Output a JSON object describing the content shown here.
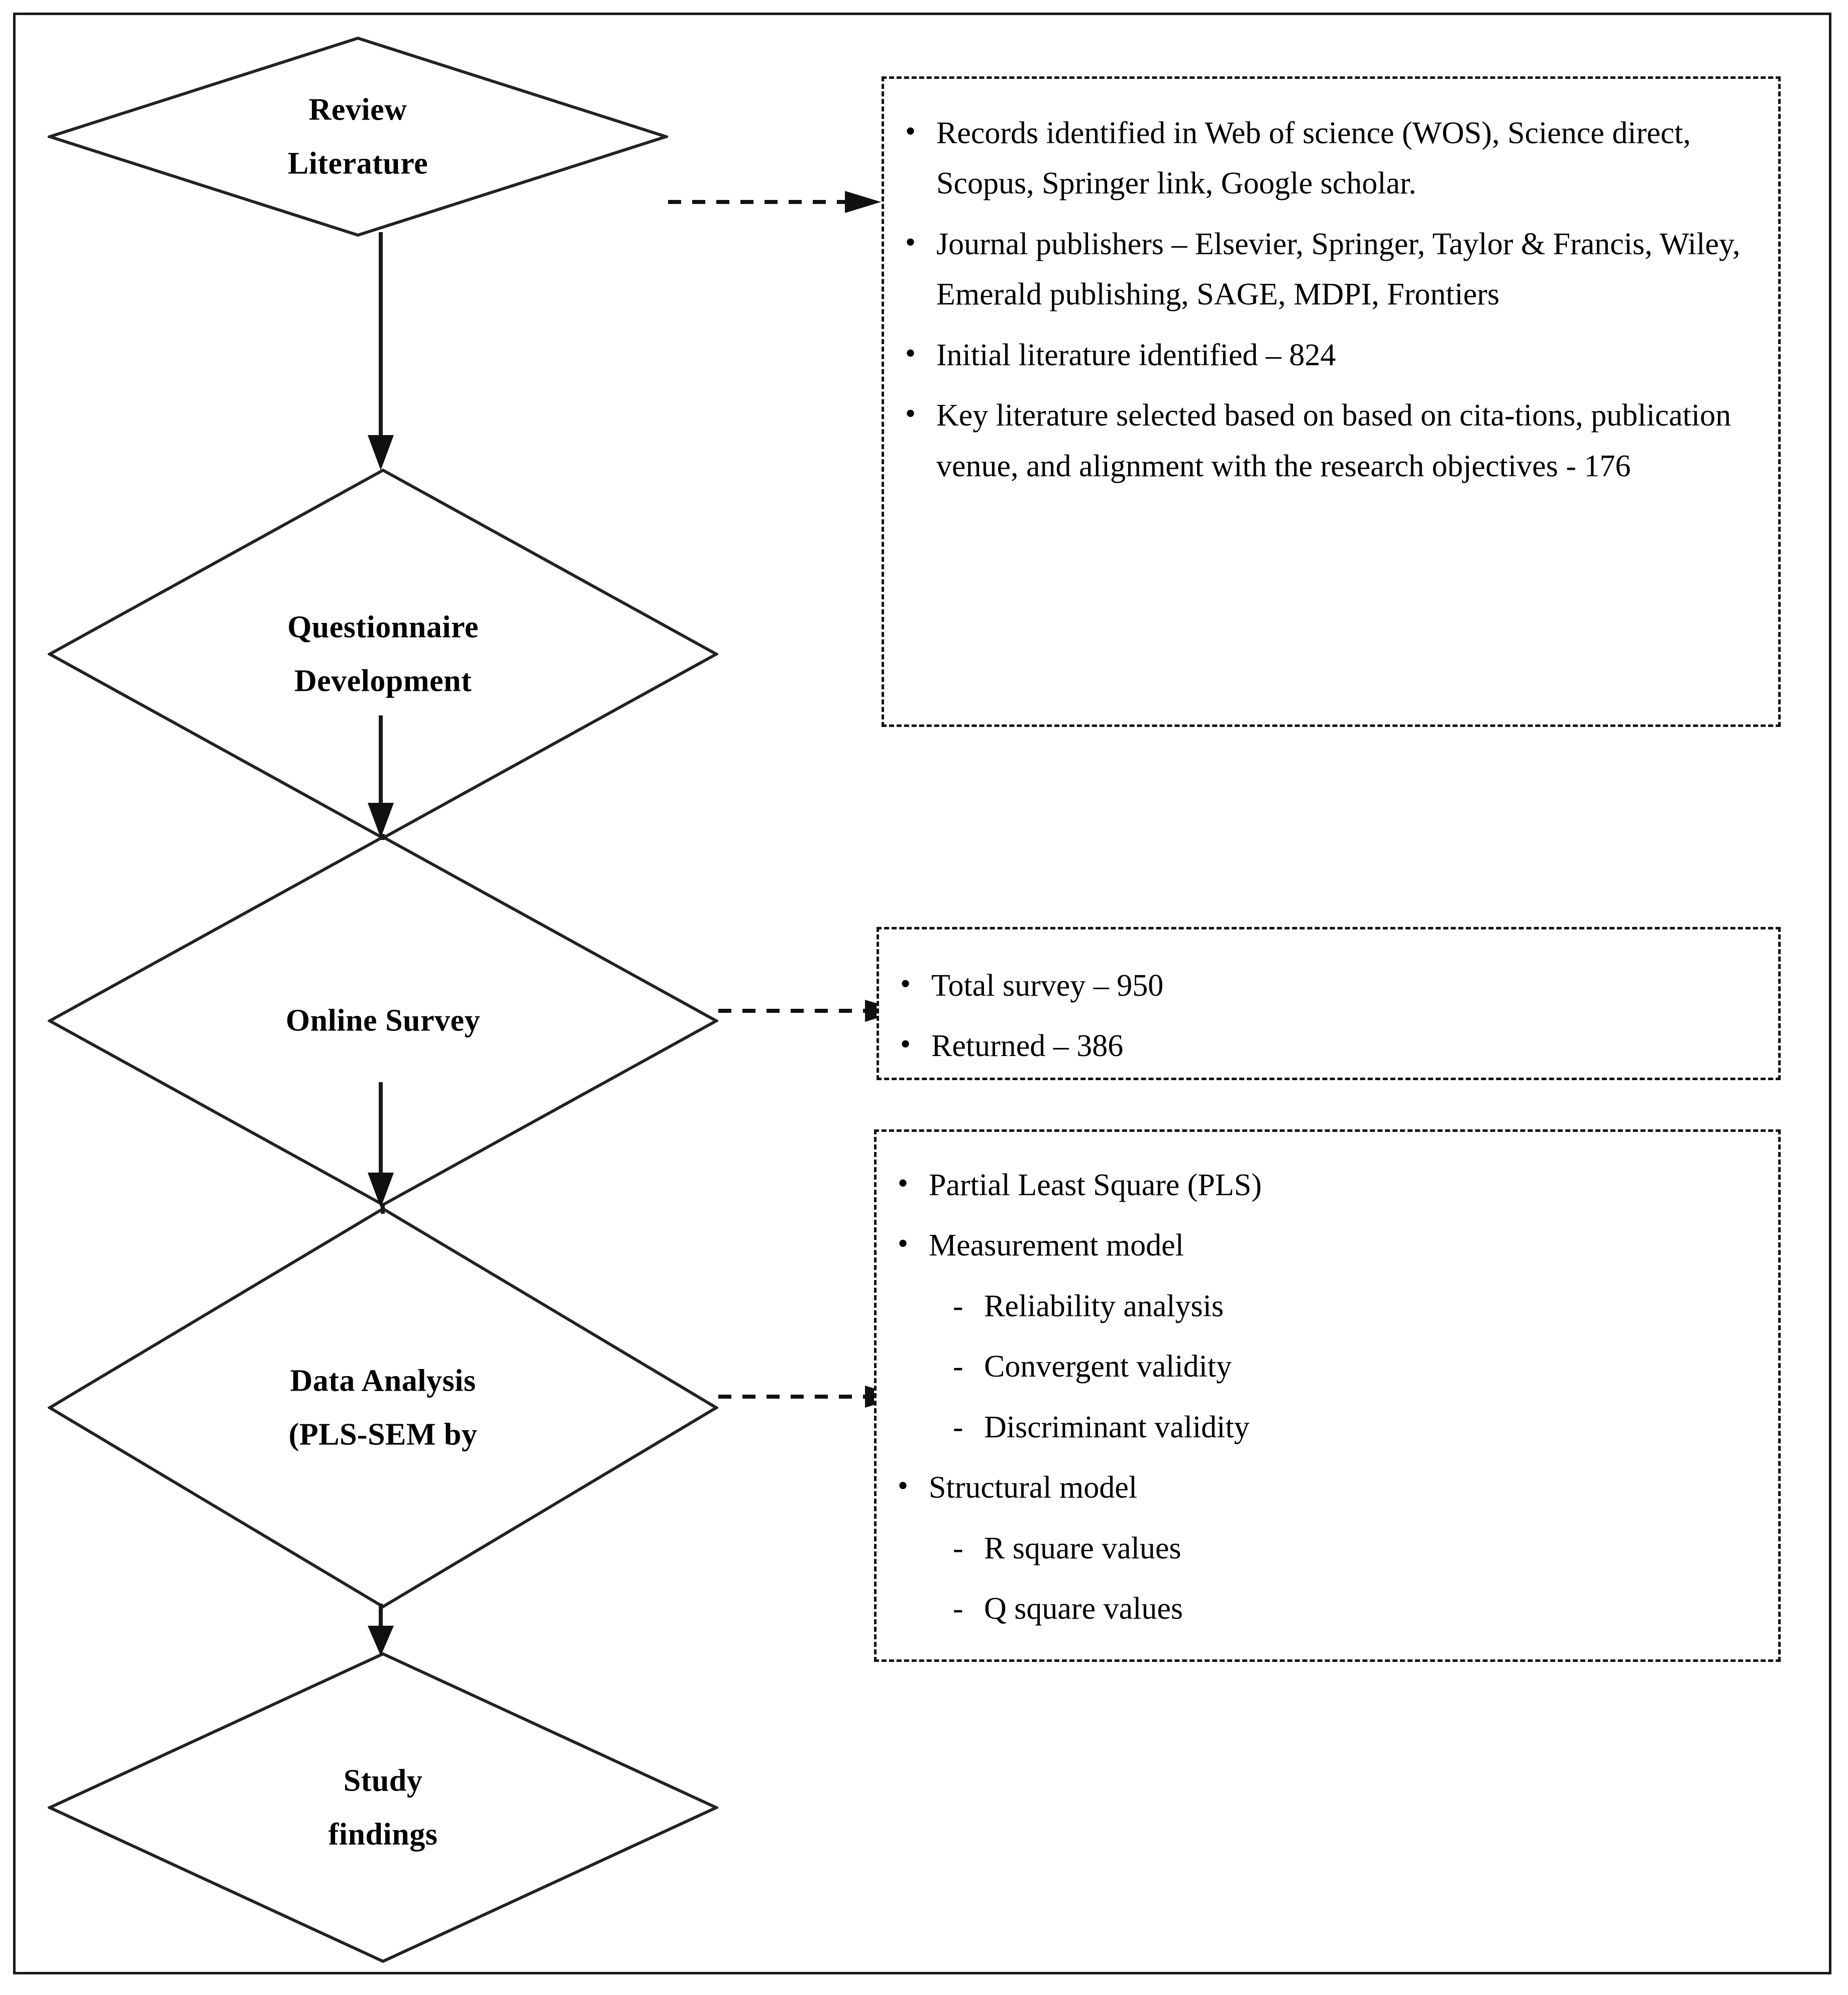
{
  "figure": {
    "type": "research-methodology-flowchart",
    "orientation": "vertical",
    "frame_border_color": "#1a1a1a",
    "line_color": "#111111"
  },
  "nodes": [
    {
      "id": "review-literature",
      "shape": "diamond",
      "label": "Review\nLiterature"
    },
    {
      "id": "questionnaire-development",
      "shape": "diamond",
      "label": "Questionnaire\nDevelopment"
    },
    {
      "id": "online-survey",
      "shape": "diamond",
      "label": "Online Survey"
    },
    {
      "id": "data-analysis",
      "shape": "diamond",
      "label": "Data Analysis\n(PLS-SEM by"
    },
    {
      "id": "study-findings",
      "shape": "diamond",
      "label": "Study\nfindings"
    }
  ],
  "notes": {
    "literature": {
      "id": "literature-note",
      "items": [
        {
          "level": 1,
          "text": "Records identified in Web of science (WOS), Science direct, Scopus, Springer link, Google scholar."
        },
        {
          "level": 1,
          "text": "Journal publishers – Elsevier, Springer, Taylor & Francis, Wiley, Emerald publishing, SAGE, MDPI, Frontiers"
        },
        {
          "level": 1,
          "text": " Initial literature identified – 824"
        },
        {
          "level": 1,
          "text": "Key literature selected based on based on cita-tions, publication venue, and alignment with the research objectives - 176"
        }
      ]
    },
    "survey": {
      "id": "survey-note",
      "items": [
        {
          "level": 1,
          "text": "Total survey – 950"
        },
        {
          "level": 1,
          "text": "Returned – 386"
        }
      ]
    },
    "analysis": {
      "id": "analysis-note",
      "items": [
        {
          "level": 1,
          "text": "Partial Least Square (PLS)"
        },
        {
          "level": 1,
          "text": "Measurement model"
        },
        {
          "level": 2,
          "text": "Reliability analysis"
        },
        {
          "level": 2,
          "text": "Convergent validity"
        },
        {
          "level": 2,
          "text": "Discriminant validity"
        },
        {
          "level": 1,
          "text": "Structural model"
        },
        {
          "level": 2,
          "text": "R square values"
        },
        {
          "level": 2,
          "text": "Q square values"
        }
      ]
    }
  },
  "connectors": [
    {
      "id": "review-to-literature-note",
      "from": "review-literature",
      "to": "literature-note",
      "style": "dashed",
      "direction": "right"
    },
    {
      "id": "review-to-questionnaire",
      "from": "review-literature",
      "to": "questionnaire-development",
      "style": "solid",
      "direction": "down"
    },
    {
      "id": "questionnaire-to-survey",
      "from": "questionnaire-development",
      "to": "online-survey",
      "style": "solid",
      "direction": "down"
    },
    {
      "id": "survey-to-survey-note",
      "from": "online-survey",
      "to": "survey-note",
      "style": "dashed",
      "direction": "right"
    },
    {
      "id": "survey-to-analysis",
      "from": "online-survey",
      "to": "data-analysis",
      "style": "solid",
      "direction": "down"
    },
    {
      "id": "analysis-to-analysis-note",
      "from": "data-analysis",
      "to": "analysis-note",
      "style": "dashed",
      "direction": "right"
    },
    {
      "id": "analysis-to-findings",
      "from": "data-analysis",
      "to": "study-findings",
      "style": "solid",
      "direction": "down"
    }
  ]
}
